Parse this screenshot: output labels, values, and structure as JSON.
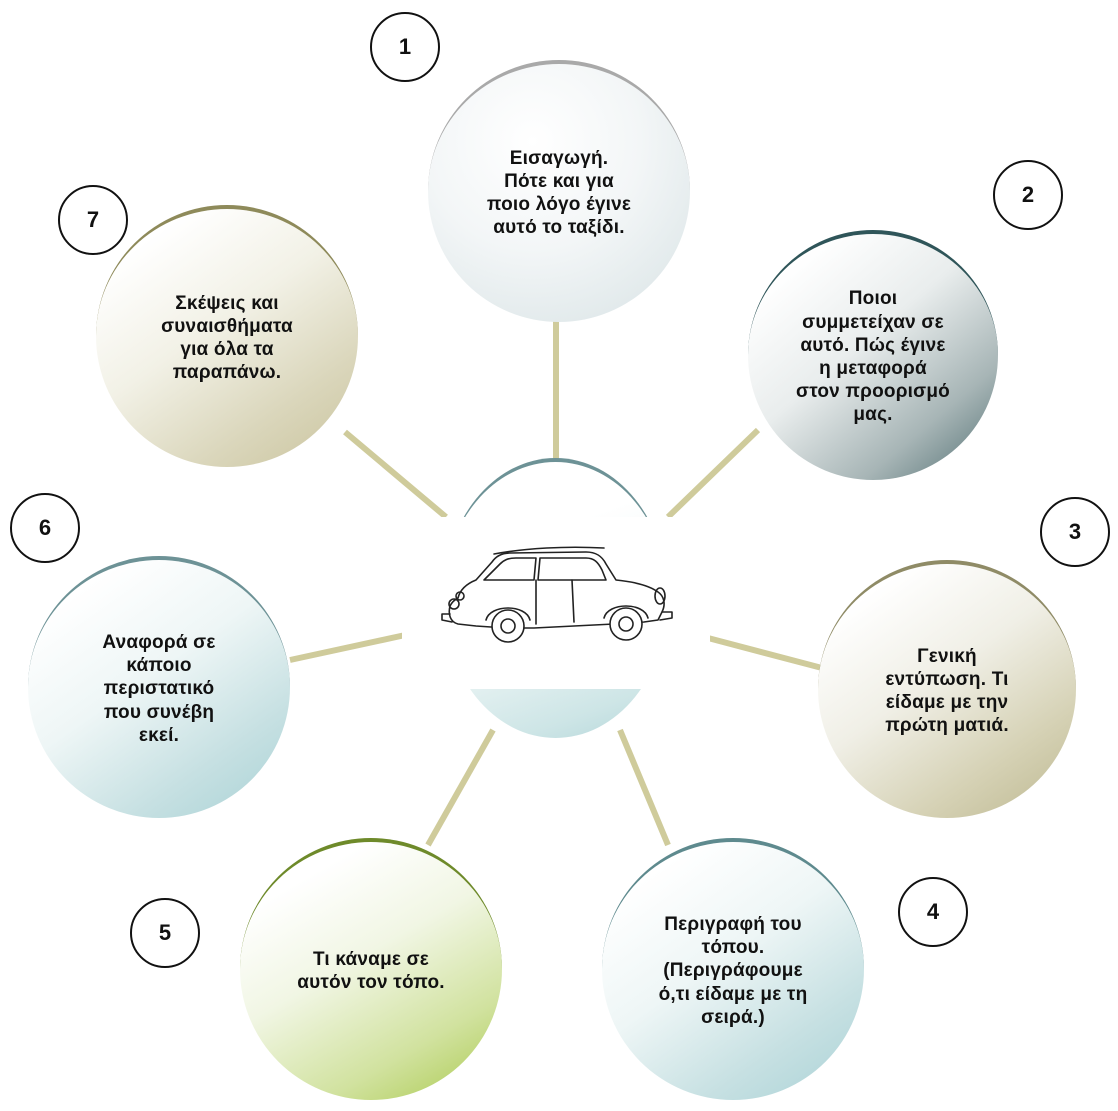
{
  "bubbles": [
    {
      "number": "1",
      "text": "Εισαγωγή.\nΠότε και για\nποιο λόγο έγινε\nαυτό το ταξίδι."
    },
    {
      "number": "2",
      "text": "Ποιοι\nσυμμετείχαν σε\nαυτό. Πώς έγινε\nη μεταφορά\nστον προορισμό\nμας."
    },
    {
      "number": "3",
      "text": "Γενική\nεντύπωση. Τι\nείδαμε με την\nπρώτη ματιά."
    },
    {
      "number": "4",
      "text": "Περιγραφή του\nτόπου.\n(Περιγράφουμε\nό,τι είδαμε με τη\nσειρά.)"
    },
    {
      "number": "5",
      "text": "Τι κάναμε σε\nαυτόν τον τόπο."
    },
    {
      "number": "6",
      "text": "Αναφορά σε\nκάποιο\nπεριστατικό\nπου συνέβη\nεκεί."
    },
    {
      "number": "7",
      "text": "Σκέψεις και\nσυναισθήματα\nγια όλα τα\nπαραπάνω."
    }
  ],
  "center": {
    "icon": "car-drawing-icon"
  },
  "colors": {
    "connector": "#cfcb9b",
    "number_border": "#111111"
  }
}
